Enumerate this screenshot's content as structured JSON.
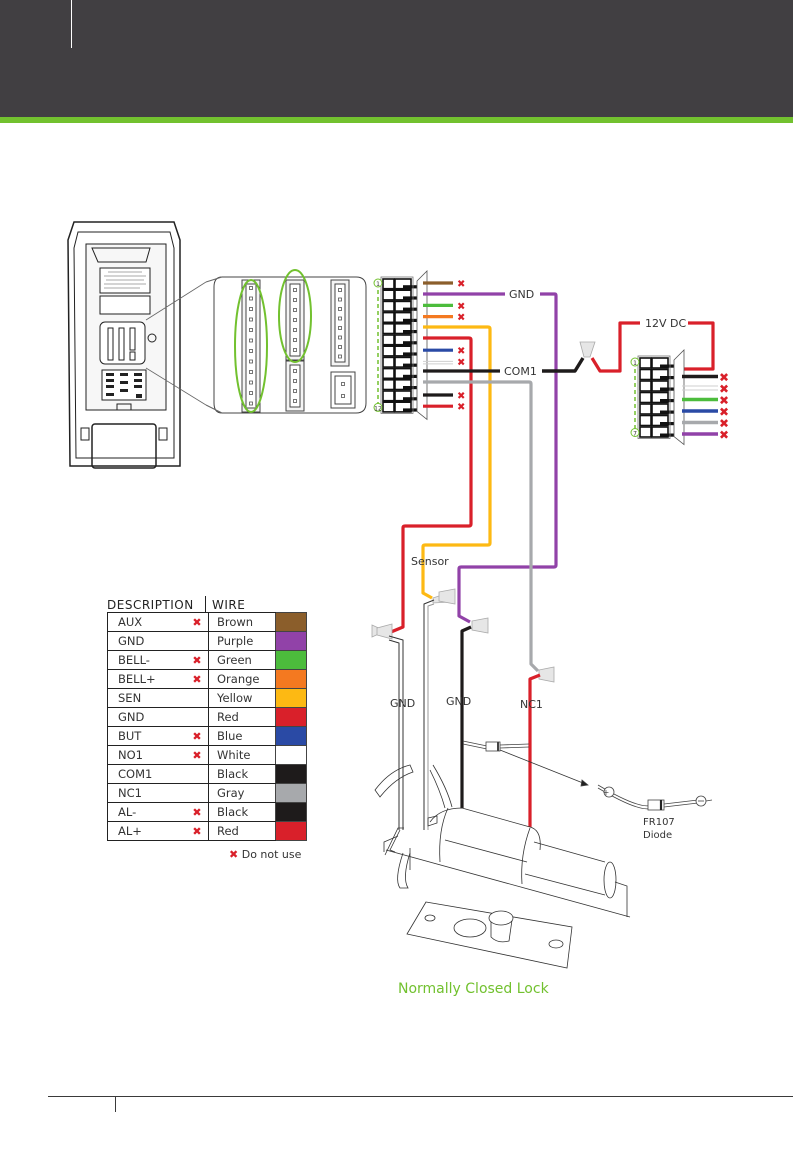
{
  "header": {
    "accent_color": "#72c12f",
    "bg_color": "#413f42"
  },
  "diagram": {
    "top_connector": {
      "pins": 12,
      "pin_start_label": "1",
      "pin_end_label": "12",
      "wires": [
        {
          "name": "AUX",
          "color": "#8b5e2b",
          "do_not_use": true
        },
        {
          "name": "GND",
          "color": "#9142a8",
          "do_not_use": false
        },
        {
          "name": "BELL-",
          "color": "#4cbc3c",
          "do_not_use": true
        },
        {
          "name": "BELL+",
          "color": "#f47920",
          "do_not_use": true
        },
        {
          "name": "SEN",
          "color": "#fdb913",
          "do_not_use": false
        },
        {
          "name": "GND",
          "color": "#d9202a",
          "do_not_use": false
        },
        {
          "name": "BUT",
          "color": "#2a4aa5",
          "do_not_use": true
        },
        {
          "name": "NO1",
          "color": "#ffffff",
          "do_not_use": true
        },
        {
          "name": "COM1",
          "color": "#1e1b1b",
          "do_not_use": false
        },
        {
          "name": "NC1",
          "color": "#a7a9ac",
          "do_not_use": false
        },
        {
          "name": "AL-",
          "color": "#1e1b1b",
          "do_not_use": true
        },
        {
          "name": "AL+",
          "color": "#d9202a",
          "do_not_use": true
        }
      ]
    },
    "power_connector": {
      "pins": 7,
      "pin_start_label": "1",
      "pin_end_label": "7",
      "wire_colors": [
        "#d9202a",
        "#1e1b1b",
        "#ffffff",
        "#4cbc3c",
        "#2a4aa5",
        "#a7a9ac",
        "#9142a8"
      ]
    },
    "labels": {
      "gnd_top": "GND",
      "com1": "COM1",
      "power": "12V DC",
      "sensor": "Sensor",
      "gnd_left": "GND",
      "gnd_mid": "GND",
      "nc1": "NC1",
      "diode_model": "FR107",
      "diode": "Diode",
      "plus": "+",
      "minus": "−",
      "lock_title": "Normally Closed Lock"
    }
  },
  "legend": {
    "header_description": "DESCRIPTION",
    "header_wire": "WIRE",
    "rows": [
      {
        "desc": "AUX",
        "x": true,
        "wire": "Brown",
        "color": "#8b5e2b"
      },
      {
        "desc": "GND",
        "x": false,
        "wire": "Purple",
        "color": "#9142a8"
      },
      {
        "desc": "BELL-",
        "x": true,
        "wire": "Green",
        "color": "#4cbc3c"
      },
      {
        "desc": "BELL+",
        "x": true,
        "wire": "Orange",
        "color": "#f47920"
      },
      {
        "desc": "SEN",
        "x": false,
        "wire": "Yellow",
        "color": "#fdb913"
      },
      {
        "desc": "GND",
        "x": false,
        "wire": "Red",
        "color": "#d9202a"
      },
      {
        "desc": "BUT",
        "x": true,
        "wire": "Blue",
        "color": "#2a4aa5"
      },
      {
        "desc": "NO1",
        "x": true,
        "wire": "White",
        "color": "#ffffff"
      },
      {
        "desc": "COM1",
        "x": false,
        "wire": "Black",
        "color": "#1e1b1b"
      },
      {
        "desc": "NC1",
        "x": false,
        "wire": "Gray",
        "color": "#a7a9ac"
      },
      {
        "desc": "AL-",
        "x": true,
        "wire": "Black",
        "color": "#1e1b1b"
      },
      {
        "desc": "AL+",
        "x": true,
        "wire": "Red",
        "color": "#d9202a"
      }
    ],
    "x_mark": "✖",
    "note": "Do not use"
  }
}
